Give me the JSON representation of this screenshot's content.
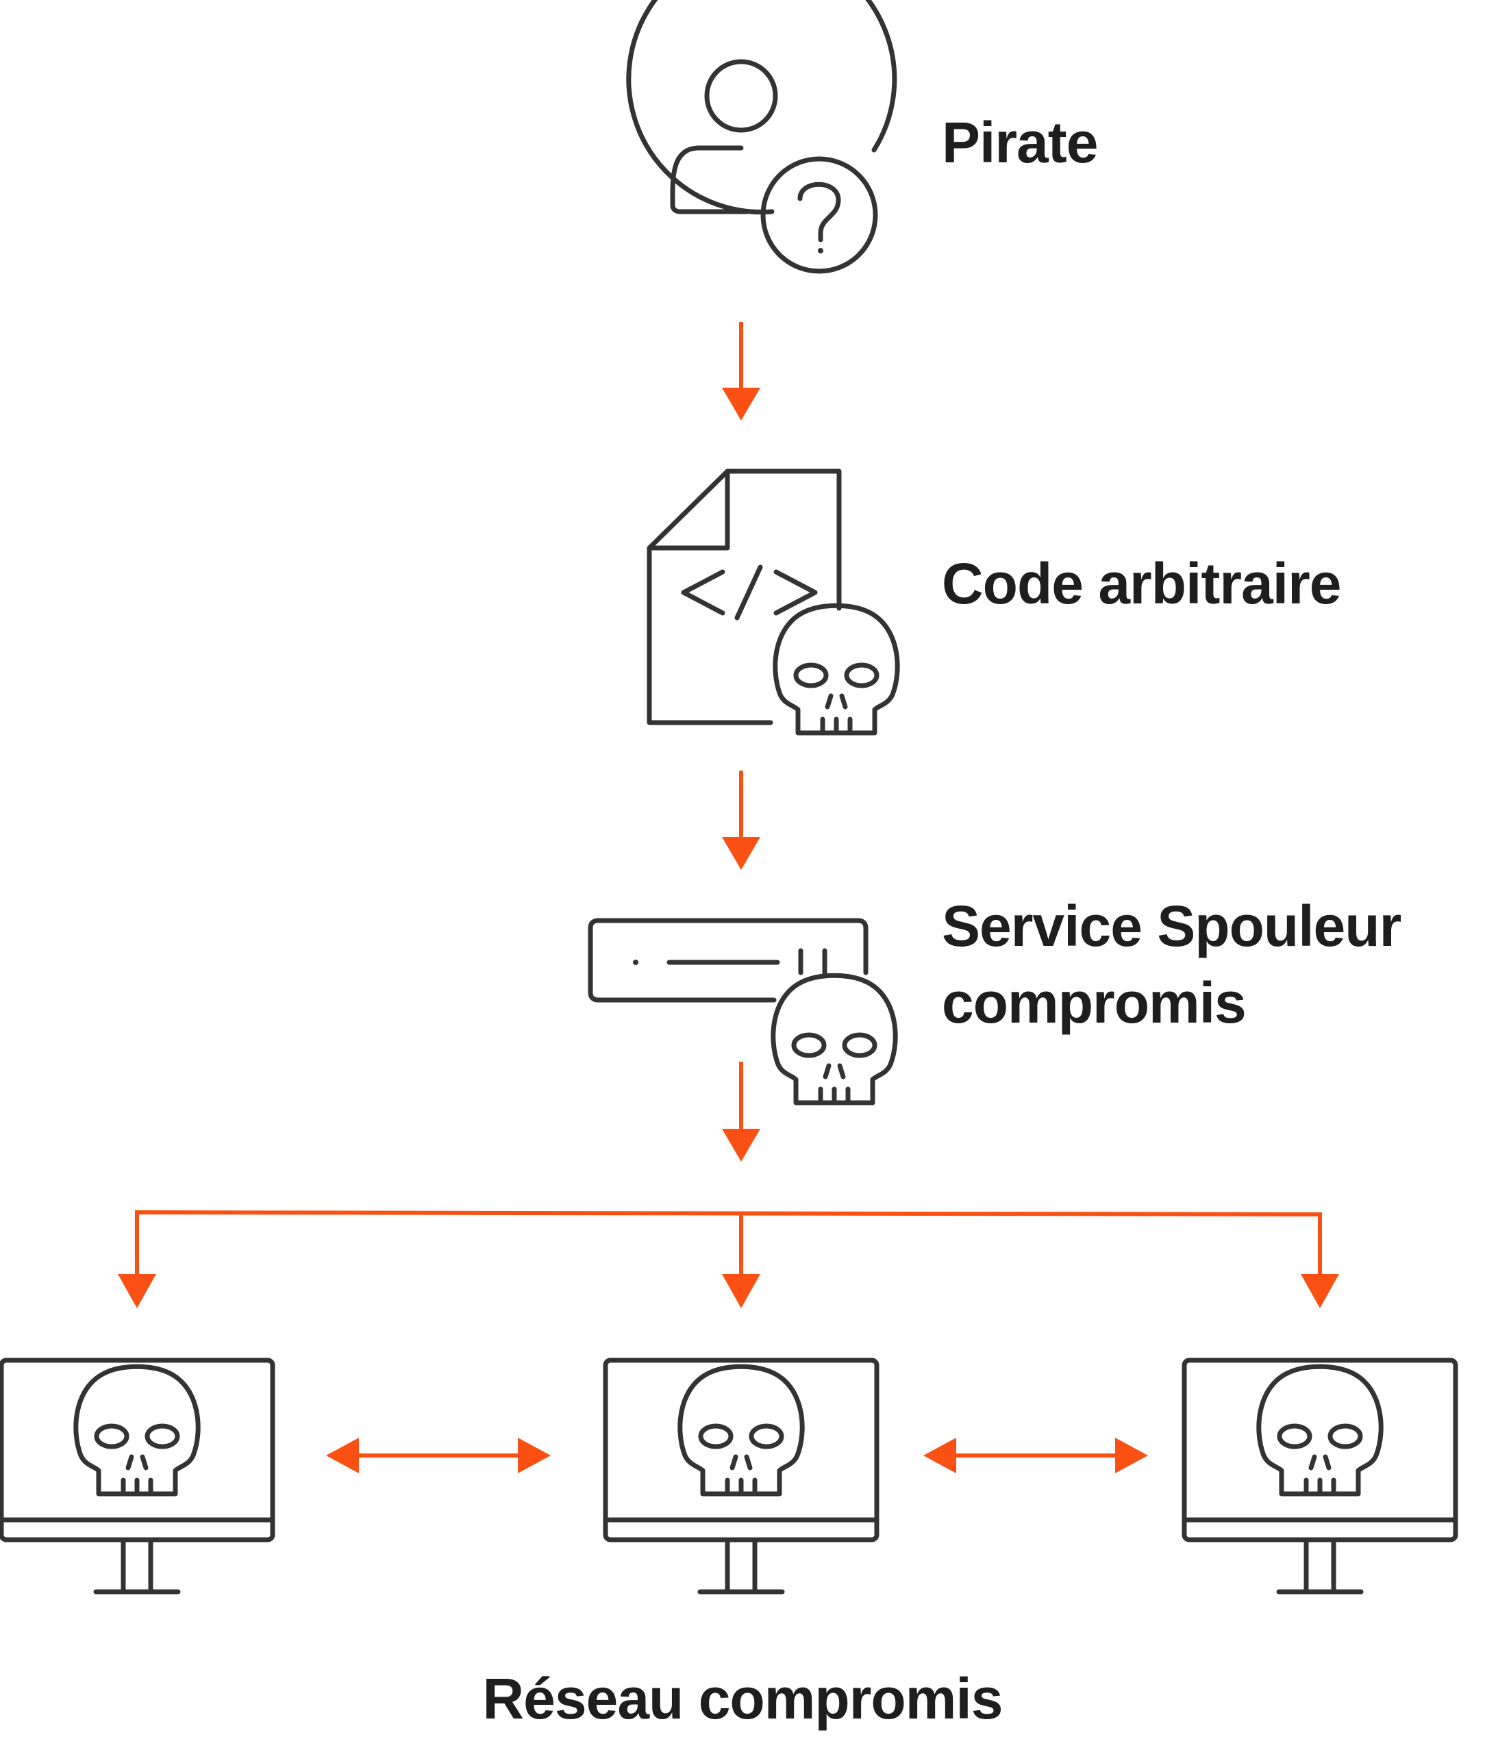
{
  "labels": {
    "attacker": "Pirate",
    "code": "Code arbitraire",
    "spooler_line1": "Service Spouleur",
    "spooler_line2": "compromis",
    "network": "Réseau compromis"
  },
  "icons": {
    "attacker": "user-question-icon",
    "code": "code-file-skull-icon",
    "spooler": "server-skull-icon",
    "computer": "monitor-skull-icon"
  },
  "colors": {
    "arrow": "#fa5014",
    "icon_stroke": "#333333",
    "text": "#1e1e1e",
    "background": "#ffffff"
  }
}
